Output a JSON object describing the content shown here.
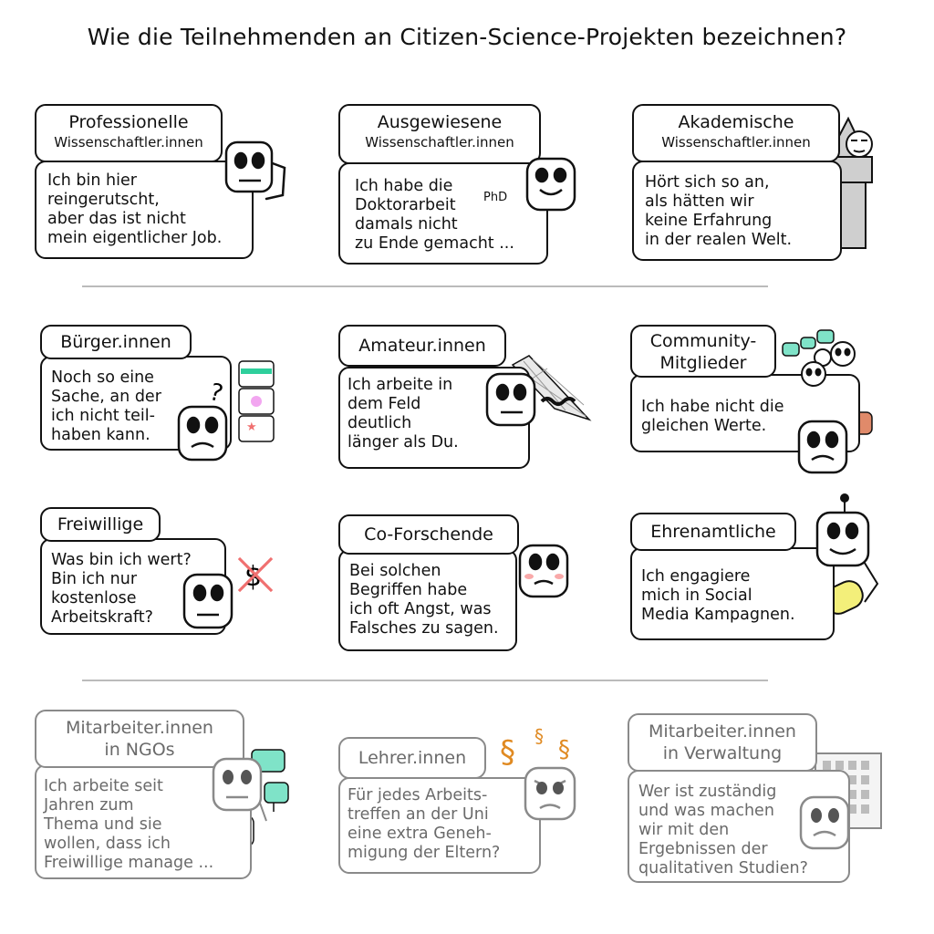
{
  "title": "Wie die Teilnehmenden an Citizen-Science-Projekten bezeichnen?",
  "cards": [
    {
      "label": "Professionelle",
      "sublabel": "Wissenschaftler.innen",
      "text": "Ich bin hier\nreingerutscht,\naber das ist nicht\nmein eigentlicher Job."
    },
    {
      "label": "Ausgewiesene",
      "sublabel": "Wissenschaftler.innen",
      "text": "Ich habe die\nDoktorarbeit\ndamals nicht\nzu Ende gemacht ..."
    },
    {
      "label": "Akademische",
      "sublabel": "Wissenschaftler.innen",
      "text": "Hört sich so an,\nals hätten wir\nkeine Erfahrung\nin der realen Welt."
    },
    {
      "label": "Bürger.innen",
      "text": "Noch so eine\nSache, an der\nich nicht teil-\nhaben kann."
    },
    {
      "label": "Amateur.innen",
      "text": "Ich arbeite in\ndem Feld\ndeutlich\nlänger als Du."
    },
    {
      "label": "Community-\nMitglieder",
      "text": "Ich habe nicht die\ngleichen Werte."
    },
    {
      "label": "Freiwillige",
      "text": "Was bin ich wert?\nBin ich nur\nkostenlose\nArbeitskraft?"
    },
    {
      "label": "Co-Forschende",
      "text": "Bei solchen\nBegriffen habe\nich oft Angst, was\nFalsches zu sagen."
    },
    {
      "label": "Ehrenamtliche",
      "text": "Ich engagiere\nmich in Social\nMedia Kampagnen."
    },
    {
      "label": "Mitarbeiter.innen\nin NGOs",
      "text": "Ich arbeite seit\nJahren zum\nThema und sie\nwollen, dass ich\nFreiwillige manage ..."
    },
    {
      "label": "Lehrer.innen",
      "text": "Für jedes Arbeits-\ntreffen an der Uni\neine extra Geneh-\nmigung der Eltern?"
    },
    {
      "label": "Mitarbeiter.innen\nin Verwaltung",
      "text": "Wer ist zuständig\nund was machen\nwir mit den\nErgebnissen der\nqualitativen Studien?"
    }
  ],
  "icons": {
    "phd_label": "PhD",
    "dollar": "$",
    "question": "?",
    "paragraph": "§"
  },
  "colors": {
    "mint": "#7fe3c8",
    "mint_bar": "#2fcf9c",
    "pink": "#f2a6f0",
    "salmon": "#e08a6a",
    "yellow": "#f3ef7a",
    "orange_paragraph": "#e08a22",
    "red_cross": "#f07070",
    "grey_outline": "#8a8a8a"
  }
}
